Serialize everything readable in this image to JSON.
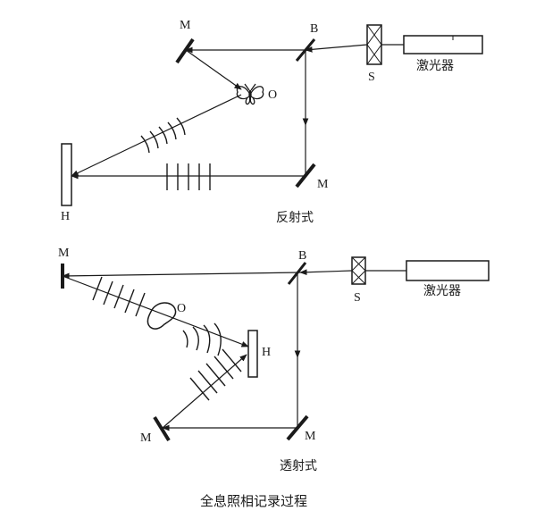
{
  "diagrams": {
    "reflection": {
      "mirror_top_label": "M",
      "beamsplitter_label": "B",
      "shutter_label": "S",
      "laser_label": "激光器",
      "object_label": "O",
      "plate_label": "H",
      "mirror_bottom_label": "M",
      "caption": "反射式"
    },
    "transmission": {
      "mirror_top_label": "M",
      "beamsplitter_label": "B",
      "shutter_label": "S",
      "laser_label": "激光器",
      "object_label": "O",
      "plate_label": "H",
      "mirror_right_label": "M",
      "mirror_left_label": "M",
      "caption": "透射式"
    }
  },
  "figure_caption": "全息照相记录过程"
}
